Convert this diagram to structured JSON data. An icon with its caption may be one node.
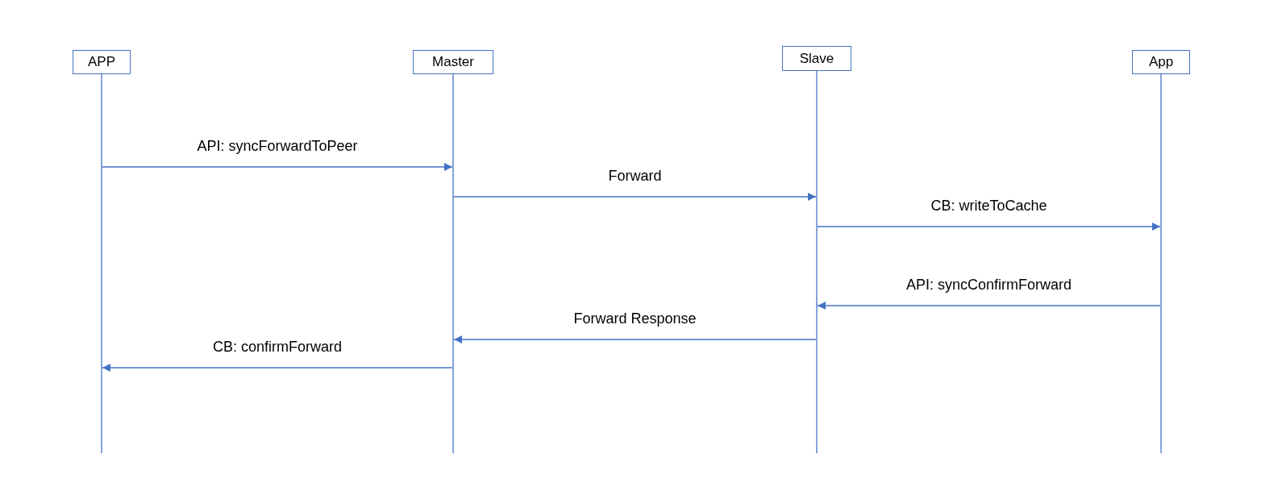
{
  "diagram": {
    "nodes": [
      {
        "text": [
          "APP"
        ]
      },
      {
        "text": [
          "Master"
        ]
      },
      {
        "text": [
          "Slave"
        ]
      },
      {
        "text": [
          "App"
        ]
      }
    ],
    "edges": [
      {
        "from": 0,
        "to": 1,
        "arrow": "to",
        "label": "API: syncForwardToPeer"
      },
      {
        "from": 1,
        "to": 2,
        "arrow": "to",
        "label": "Forward"
      },
      {
        "from": 2,
        "to": 3,
        "arrow": "to",
        "label": "CB: writeToCache"
      },
      {
        "from": 3,
        "to": 2,
        "arrow": "to",
        "label": "API: syncConfirmForward"
      },
      {
        "from": 2,
        "to": 1,
        "arrow": "to",
        "label": "Forward Response"
      },
      {
        "from": 1,
        "to": 0,
        "arrow": "to",
        "label": "CB: confirmForward"
      }
    ]
  }
}
